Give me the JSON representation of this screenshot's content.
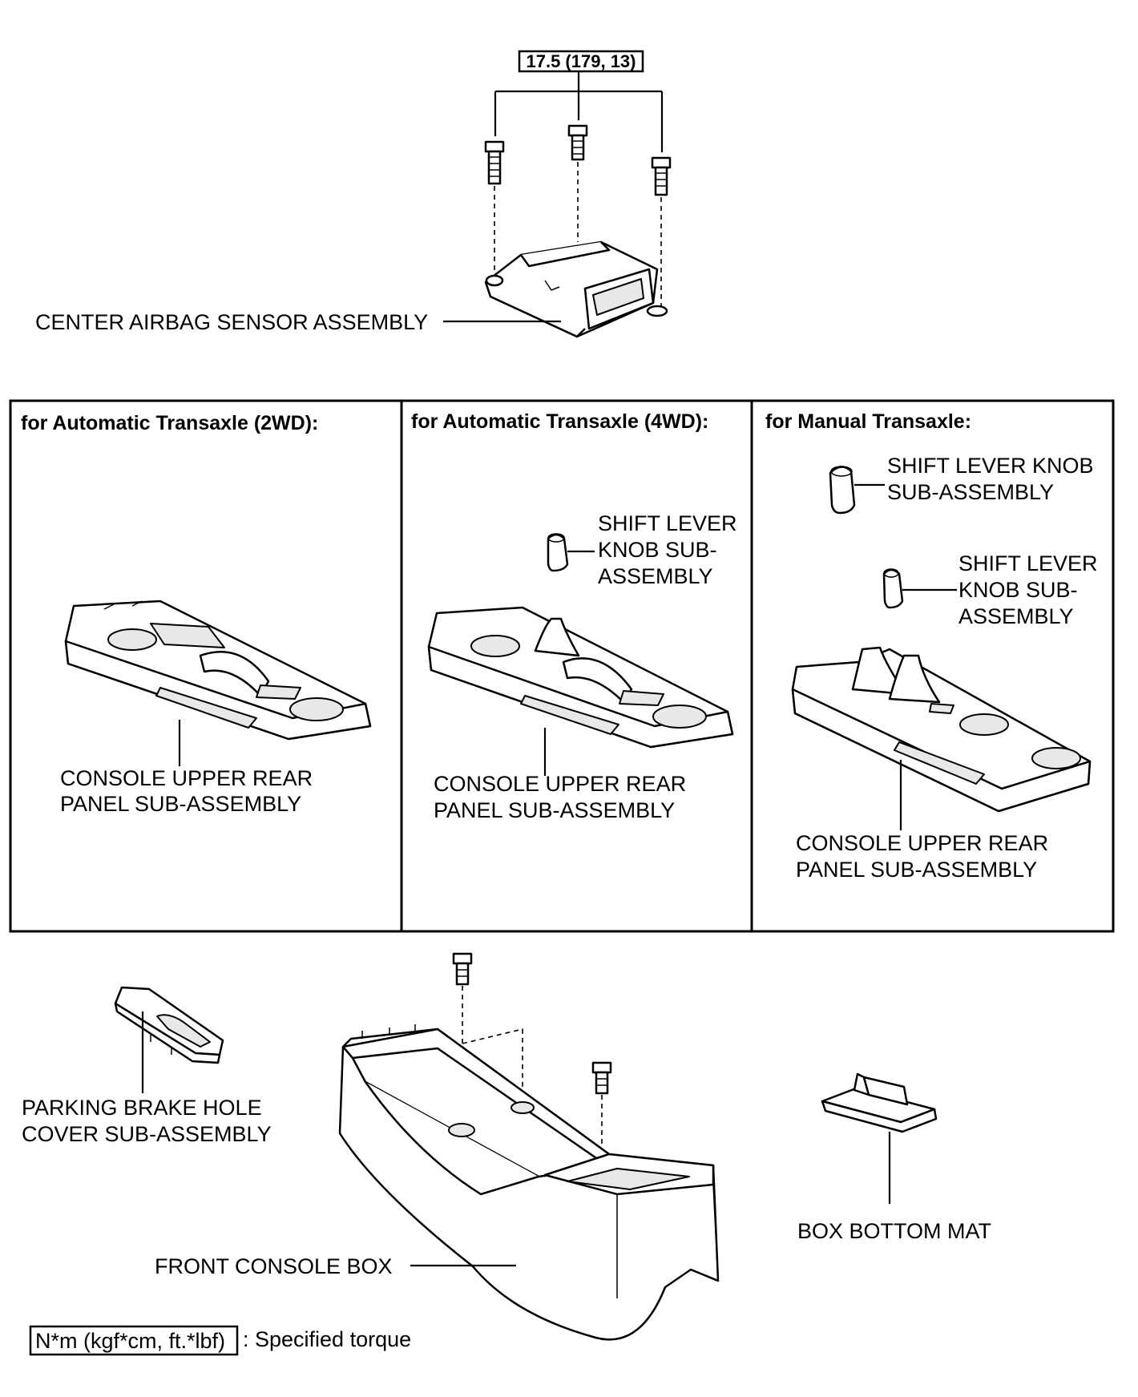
{
  "top": {
    "torque_spec": "17.5 (179, 13)",
    "airbag_sensor_label": "CENTER AIRBAG SENSOR ASSEMBLY"
  },
  "panels": [
    {
      "header": "for Automatic Transaxle (2WD):",
      "console_label_line1": "CONSOLE UPPER REAR",
      "console_label_line2": "PANEL SUB-ASSEMBLY"
    },
    {
      "header": "for Automatic Transaxle (4WD):",
      "knob_label_line1": "SHIFT LEVER",
      "knob_label_line2": "KNOB SUB-",
      "knob_label_line3": "ASSEMBLY",
      "console_label_line1": "CONSOLE UPPER REAR",
      "console_label_line2": "PANEL SUB-ASSEMBLY"
    },
    {
      "header": "for Manual Transaxle:",
      "knob1_label_line1": "SHIFT LEVER KNOB",
      "knob1_label_line2": "SUB-ASSEMBLY",
      "knob2_label_line1": "SHIFT LEVER",
      "knob2_label_line2": "KNOB SUB-",
      "knob2_label_line3": "ASSEMBLY",
      "console_label_line1": "CONSOLE UPPER REAR",
      "console_label_line2": "PANEL SUB-ASSEMBLY"
    }
  ],
  "bottom": {
    "parking_label_line1": "PARKING BRAKE HOLE",
    "parking_label_line2": "COVER SUB-ASSEMBLY",
    "front_console_label": "FRONT CONSOLE BOX",
    "box_mat_label": "BOX BOTTOM MAT"
  },
  "legend": {
    "unit_box": "N*m (kgf*cm, ft.*lbf)",
    "description": ": Specified torque"
  }
}
